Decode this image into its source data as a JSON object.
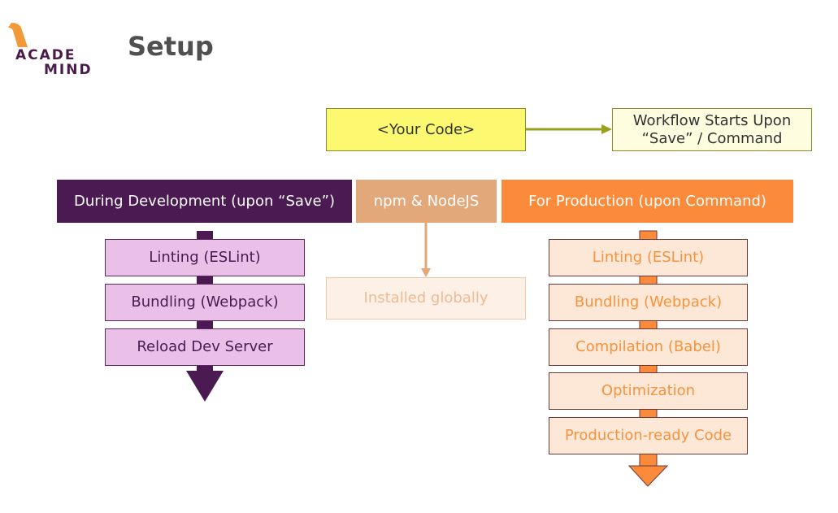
{
  "logo": {
    "line1": "ACADE",
    "line2": "MIND",
    "colors": {
      "flag": "#f29a3a",
      "text": "#4a1a4a"
    }
  },
  "title": "Setup",
  "top_row": {
    "source": "<Your Code>",
    "target": "Workflow Starts Upon\n“Save” / Command"
  },
  "columns": {
    "development": {
      "header": "During Development (upon “Save”)",
      "steps": [
        "Linting (ESLint)",
        "Bundling (Webpack)",
        "Reload Dev Server"
      ]
    },
    "tools": {
      "header": "npm & NodeJS",
      "steps": [
        "Installed globally"
      ]
    },
    "production": {
      "header": "For Production (upon Command)",
      "steps": [
        "Linting (ESLint)",
        "Bundling (Webpack)",
        "Compilation (Babel)",
        "Optimization",
        "Production-ready Code"
      ]
    }
  },
  "colors": {
    "dev_dark": "#4b1a52",
    "dev_light": "#ebc0e8",
    "npm": "#e2a87a",
    "prod": "#fb8a3b",
    "prod_light": "#fde8d8",
    "your_code": "#fcf971",
    "arrow_olive": "#9ba21a"
  }
}
